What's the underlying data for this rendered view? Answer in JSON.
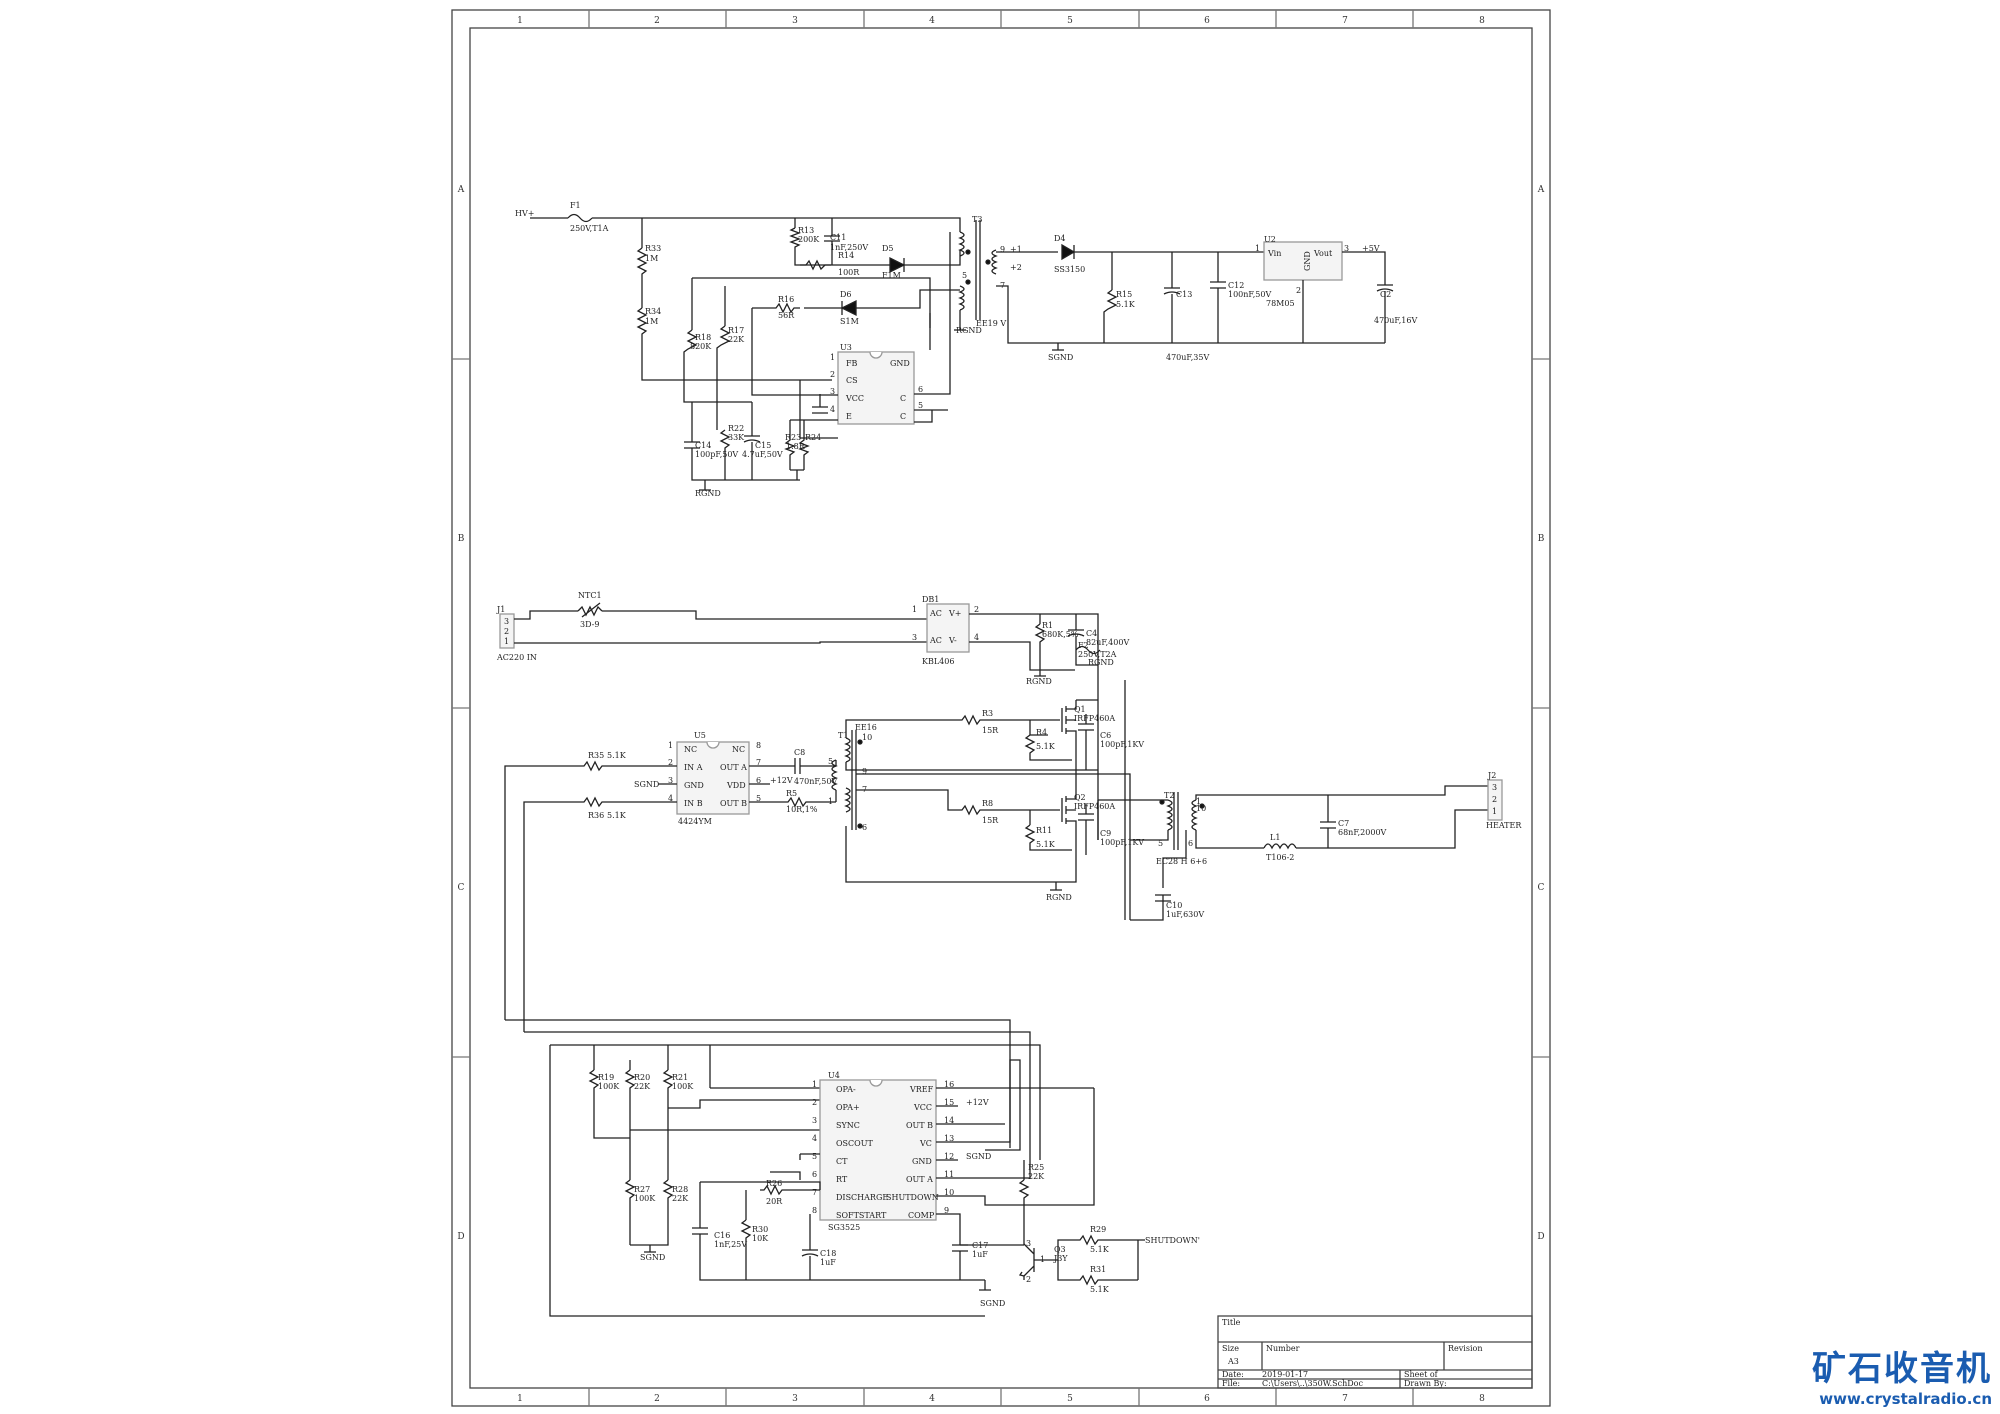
{
  "sheet": {
    "col_labels": [
      "1",
      "2",
      "3",
      "4",
      "5",
      "6",
      "7",
      "8"
    ],
    "row_labels": [
      "A",
      "B",
      "C",
      "D"
    ]
  },
  "labels": [
    {
      "id": "hv",
      "text": "HV+"
    },
    {
      "id": "f1",
      "text": "F1"
    },
    {
      "id": "f1v",
      "text": "250V,T1A"
    },
    {
      "id": "r33",
      "text": "R33"
    },
    {
      "id": "r33v",
      "text": "1M"
    },
    {
      "id": "r34",
      "text": "R34"
    },
    {
      "id": "r34v",
      "text": "1M"
    },
    {
      "id": "r13",
      "text": "R13"
    },
    {
      "id": "r13v",
      "text": "200K"
    },
    {
      "id": "c11",
      "text": "C11"
    },
    {
      "id": "c11v",
      "text": "1nF,250V"
    },
    {
      "id": "r14",
      "text": "R14"
    },
    {
      "id": "r14v",
      "text": "100R"
    },
    {
      "id": "d5",
      "text": "D5"
    },
    {
      "id": "d5v",
      "text": "F1M"
    },
    {
      "id": "t3",
      "text": "T3"
    },
    {
      "id": "t3v",
      "text": "EE19 V"
    },
    {
      "id": "p9",
      "text": "9"
    },
    {
      "id": "pp1",
      "text": "+1"
    },
    {
      "id": "pp2",
      "text": "+2"
    },
    {
      "id": "p5",
      "text": "5"
    },
    {
      "id": "p7",
      "text": "7"
    },
    {
      "id": "d4",
      "text": "D4"
    },
    {
      "id": "d4v",
      "text": "SS3150"
    },
    {
      "id": "r15",
      "text": "R15"
    },
    {
      "id": "r15v",
      "text": "5.1K"
    },
    {
      "id": "c13",
      "text": "C13"
    },
    {
      "id": "c13v",
      "text": "470uF,35V"
    },
    {
      "id": "c12",
      "text": "C12"
    },
    {
      "id": "c12v",
      "text": "100nF,50V"
    },
    {
      "id": "u2",
      "text": "U2"
    },
    {
      "id": "vin",
      "text": "Vin"
    },
    {
      "id": "vout",
      "text": "Vout"
    },
    {
      "id": "gnd2",
      "text": "GND"
    },
    {
      "id": "u2v",
      "text": "78M05"
    },
    {
      "id": "u2p1",
      "text": "1"
    },
    {
      "id": "u2p3",
      "text": "3"
    },
    {
      "id": "u2p2",
      "text": "2"
    },
    {
      "id": "p5v",
      "text": "+5V"
    },
    {
      "id": "c2",
      "text": "C2"
    },
    {
      "id": "c2v",
      "text": "470uF,16V"
    },
    {
      "id": "sgnd1",
      "text": "SGND"
    },
    {
      "id": "rgnd1",
      "text": "RGND"
    },
    {
      "id": "r16",
      "text": "R16"
    },
    {
      "id": "r16v",
      "text": "56R"
    },
    {
      "id": "d6",
      "text": "D6"
    },
    {
      "id": "d6v",
      "text": "S1M"
    },
    {
      "id": "r18",
      "text": "R18"
    },
    {
      "id": "r18v",
      "text": "820K"
    },
    {
      "id": "r17",
      "text": "R17"
    },
    {
      "id": "r17v",
      "text": "22K"
    },
    {
      "id": "u3",
      "text": "U3"
    },
    {
      "id": "fb",
      "text": "FB"
    },
    {
      "id": "cs",
      "text": "CS"
    },
    {
      "id": "vcc3",
      "text": "VCC"
    },
    {
      "id": "e3",
      "text": "E"
    },
    {
      "id": "gnd3",
      "text": "GND"
    },
    {
      "id": "c3a",
      "text": "C"
    },
    {
      "id": "c3b",
      "text": "C"
    },
    {
      "id": "u3p1",
      "text": "1"
    },
    {
      "id": "u3p2",
      "text": "2"
    },
    {
      "id": "u3p3",
      "text": "3"
    },
    {
      "id": "u3p4",
      "text": "4"
    },
    {
      "id": "u3p6",
      "text": "6"
    },
    {
      "id": "u3p5",
      "text": "5"
    },
    {
      "id": "r22",
      "text": "R22"
    },
    {
      "id": "r22v",
      "text": "33K"
    },
    {
      "id": "c14",
      "text": "C14"
    },
    {
      "id": "c14v",
      "text": "100pF,50V"
    },
    {
      "id": "c15",
      "text": "C15"
    },
    {
      "id": "c15v",
      "text": "4.7uF,50V"
    },
    {
      "id": "r23",
      "text": "R23"
    },
    {
      "id": "r24",
      "text": "R24"
    },
    {
      "id": "r23v",
      "text": "1.8R"
    },
    {
      "id": "rgnd2",
      "text": "RGND"
    },
    {
      "id": "j1",
      "text": "J1"
    },
    {
      "id": "j1p3",
      "text": "3"
    },
    {
      "id": "j1p2",
      "text": "2"
    },
    {
      "id": "j1p1",
      "text": "1"
    },
    {
      "id": "j1v",
      "text": "AC220 IN"
    },
    {
      "id": "ntc1",
      "text": "NTC1"
    },
    {
      "id": "ntc1v",
      "text": "3D-9"
    },
    {
      "id": "db1",
      "text": "DB1"
    },
    {
      "id": "ac1",
      "text": "AC"
    },
    {
      "id": "ac2",
      "text": "AC"
    },
    {
      "id": "vp",
      "text": "V+"
    },
    {
      "id": "vm",
      "text": "V-"
    },
    {
      "id": "db1v",
      "text": "KBL406"
    },
    {
      "id": "db1p1",
      "text": "1"
    },
    {
      "id": "db1p2",
      "text": "2"
    },
    {
      "id": "db1p3",
      "text": "3"
    },
    {
      "id": "db1p4",
      "text": "4"
    },
    {
      "id": "r1",
      "text": "R1"
    },
    {
      "id": "r1v",
      "text": "680K,5%"
    },
    {
      "id": "c4",
      "text": "C4"
    },
    {
      "id": "c4v",
      "text": "82uF,400V"
    },
    {
      "id": "f2",
      "text": "F2"
    },
    {
      "id": "f2v",
      "text": "250V,T2A"
    },
    {
      "id": "rgnd3",
      "text": "RGND"
    },
    {
      "id": "rgnd4",
      "text": "RGND"
    },
    {
      "id": "u5",
      "text": "U5"
    },
    {
      "id": "nc1",
      "text": "NC"
    },
    {
      "id": "nc2",
      "text": "NC"
    },
    {
      "id": "ina",
      "text": "IN A"
    },
    {
      "id": "gnd5",
      "text": "GND"
    },
    {
      "id": "inb",
      "text": "IN B"
    },
    {
      "id": "outa5",
      "text": "OUT A"
    },
    {
      "id": "vdd5",
      "text": "VDD"
    },
    {
      "id": "outb5",
      "text": "OUT B"
    },
    {
      "id": "u5v",
      "text": "4424YM"
    },
    {
      "id": "u5p1",
      "text": "1"
    },
    {
      "id": "u5p2",
      "text": "2"
    },
    {
      "id": "u5p3",
      "text": "3"
    },
    {
      "id": "u5p4",
      "text": "4"
    },
    {
      "id": "u5p8",
      "text": "8"
    },
    {
      "id": "u5p7",
      "text": "7"
    },
    {
      "id": "u5p6",
      "text": "6"
    },
    {
      "id": "u5p5",
      "text": "5"
    },
    {
      "id": "r35",
      "text": "R35"
    },
    {
      "id": "r35v",
      "text": "5.1K"
    },
    {
      "id": "r36",
      "text": "R36"
    },
    {
      "id": "r36v",
      "text": "5.1K"
    },
    {
      "id": "sgnd2",
      "text": "SGND"
    },
    {
      "id": "p12v1",
      "text": "+12V"
    },
    {
      "id": "c8",
      "text": "C8"
    },
    {
      "id": "c8v",
      "text": "470nF,50V"
    },
    {
      "id": "r5",
      "text": "R5"
    },
    {
      "id": "r5v",
      "text": "10R,1%"
    },
    {
      "id": "t1",
      "text": "T1"
    },
    {
      "id": "t1v",
      "text": "EE16"
    },
    {
      "id": "t1p10",
      "text": "10"
    },
    {
      "id": "t1p9",
      "text": "9"
    },
    {
      "id": "t1p7",
      "text": "7"
    },
    {
      "id": "t1p6",
      "text": "6"
    },
    {
      "id": "t1p5",
      "text": "5"
    },
    {
      "id": "t1p1",
      "text": "1"
    },
    {
      "id": "r3",
      "text": "R3"
    },
    {
      "id": "r3v",
      "text": "15R"
    },
    {
      "id": "r4",
      "text": "R4"
    },
    {
      "id": "r4v",
      "text": "5.1K"
    },
    {
      "id": "q1",
      "text": "Q1"
    },
    {
      "id": "q1v",
      "text": "IRFP460A"
    },
    {
      "id": "c6",
      "text": "C6"
    },
    {
      "id": "c6v",
      "text": "100pF,1KV"
    },
    {
      "id": "r8",
      "text": "R8"
    },
    {
      "id": "r8v",
      "text": "15R"
    },
    {
      "id": "r11",
      "text": "R11"
    },
    {
      "id": "r11v",
      "text": "5.1K"
    },
    {
      "id": "q2",
      "text": "Q2"
    },
    {
      "id": "q2v",
      "text": "IRFP460A"
    },
    {
      "id": "c9",
      "text": "C9"
    },
    {
      "id": "c9v",
      "text": "100pF,1KV"
    },
    {
      "id": "rgnd5",
      "text": "RGND"
    },
    {
      "id": "t2",
      "text": "T2"
    },
    {
      "id": "t2v",
      "text": "EC28 H 6+6"
    },
    {
      "id": "t2p1",
      "text": "1"
    },
    {
      "id": "t2p10",
      "text": "10"
    },
    {
      "id": "t2p5",
      "text": "5"
    },
    {
      "id": "t2p6",
      "text": "6"
    },
    {
      "id": "c10",
      "text": "C10"
    },
    {
      "id": "c10v",
      "text": "1uF,630V"
    },
    {
      "id": "c7",
      "text": "C7"
    },
    {
      "id": "c7v",
      "text": "68nF,2000V"
    },
    {
      "id": "l1",
      "text": "L1"
    },
    {
      "id": "l1v",
      "text": "T106-2"
    },
    {
      "id": "j2",
      "text": "J2"
    },
    {
      "id": "j2p3",
      "text": "3"
    },
    {
      "id": "j2p2",
      "text": "2"
    },
    {
      "id": "j2p1",
      "text": "1"
    },
    {
      "id": "j2v",
      "text": "HEATER"
    },
    {
      "id": "r19",
      "text": "R19"
    },
    {
      "id": "r19v",
      "text": "100K"
    },
    {
      "id": "r20",
      "text": "R20"
    },
    {
      "id": "r20v",
      "text": "22K"
    },
    {
      "id": "r21",
      "text": "R21"
    },
    {
      "id": "r21v",
      "text": "100K"
    },
    {
      "id": "r27",
      "text": "R27"
    },
    {
      "id": "r27v",
      "text": "100K"
    },
    {
      "id": "r28",
      "text": "R28"
    },
    {
      "id": "r28v",
      "text": "22K"
    },
    {
      "id": "sgnd3",
      "text": "SGND"
    },
    {
      "id": "u4",
      "text": "U4"
    },
    {
      "id": "opam",
      "text": "OPA-"
    },
    {
      "id": "opap",
      "text": "OPA+"
    },
    {
      "id": "sync",
      "text": "SYNC"
    },
    {
      "id": "oscout",
      "text": "OSCOUT"
    },
    {
      "id": "ct",
      "text": "CT"
    },
    {
      "id": "rt",
      "text": "RT"
    },
    {
      "id": "disch",
      "text": "DISCHARGE"
    },
    {
      "id": "softs",
      "text": "SOFTSTART"
    },
    {
      "id": "vref",
      "text": "VREF"
    },
    {
      "id": "vcc4",
      "text": "VCC"
    },
    {
      "id": "outb4",
      "text": "OUT B"
    },
    {
      "id": "vc4",
      "text": "VC"
    },
    {
      "id": "gnd4",
      "text": "GND"
    },
    {
      "id": "outa4",
      "text": "OUT A"
    },
    {
      "id": "shut",
      "text": "SHUTDOWN"
    },
    {
      "id": "comp",
      "text": "COMP"
    },
    {
      "id": "u4v",
      "text": "SG3525"
    },
    {
      "id": "u4p1",
      "text": "1"
    },
    {
      "id": "u4p2",
      "text": "2"
    },
    {
      "id": "u4p3",
      "text": "3"
    },
    {
      "id": "u4p4",
      "text": "4"
    },
    {
      "id": "u4p5",
      "text": "5"
    },
    {
      "id": "u4p6",
      "text": "6"
    },
    {
      "id": "u4p7",
      "text": "7"
    },
    {
      "id": "u4p8",
      "text": "8"
    },
    {
      "id": "u4p16",
      "text": "16"
    },
    {
      "id": "u4p15",
      "text": "15"
    },
    {
      "id": "u4p14",
      "text": "14"
    },
    {
      "id": "u4p13",
      "text": "13"
    },
    {
      "id": "u4p12",
      "text": "12"
    },
    {
      "id": "u4p11",
      "text": "11"
    },
    {
      "id": "u4p10",
      "text": "10"
    },
    {
      "id": "u4p9",
      "text": "9"
    },
    {
      "id": "p12v2",
      "text": "+12V"
    },
    {
      "id": "sgnd4",
      "text": "SGND"
    },
    {
      "id": "r26",
      "text": "R26"
    },
    {
      "id": "r26v",
      "text": "20R"
    },
    {
      "id": "r30",
      "text": "R30"
    },
    {
      "id": "r30v",
      "text": "10K"
    },
    {
      "id": "c16",
      "text": "C16"
    },
    {
      "id": "c16v",
      "text": "1nF,25V"
    },
    {
      "id": "c18",
      "text": "C18"
    },
    {
      "id": "c18v",
      "text": "1uF"
    },
    {
      "id": "c17",
      "text": "C17"
    },
    {
      "id": "c17v",
      "text": "1uF"
    },
    {
      "id": "r25",
      "text": "R25"
    },
    {
      "id": "r25v",
      "text": "22K"
    },
    {
      "id": "q3",
      "text": "Q3"
    },
    {
      "id": "q3v",
      "text": "J3Y"
    },
    {
      "id": "q3p3",
      "text": "3"
    },
    {
      "id": "q3p1",
      "text": "1"
    },
    {
      "id": "q3p2",
      "text": "2"
    },
    {
      "id": "r29",
      "text": "R29"
    },
    {
      "id": "r29v",
      "text": "5.1K"
    },
    {
      "id": "r31",
      "text": "R31"
    },
    {
      "id": "r31v",
      "text": "5.1K"
    },
    {
      "id": "shutn",
      "text": "SHUTDOWN'"
    },
    {
      "id": "sgnd5",
      "text": "SGND"
    }
  ],
  "title_block": {
    "title": "Title",
    "size": "Size",
    "size_value": "A3",
    "number": "Number",
    "revision": "Revision",
    "date_label": "Date:",
    "date_value": "2019-01-17",
    "sheet": "Sheet   of",
    "file_label": "File:",
    "file_value": "C:\\Users\\..\\350W.SchDoc",
    "drawn_by": "Drawn By:"
  },
  "watermark": {
    "cn": "矿石收音机",
    "url": "www.crystalradio.cn",
    "color": "#1a5cb0"
  }
}
